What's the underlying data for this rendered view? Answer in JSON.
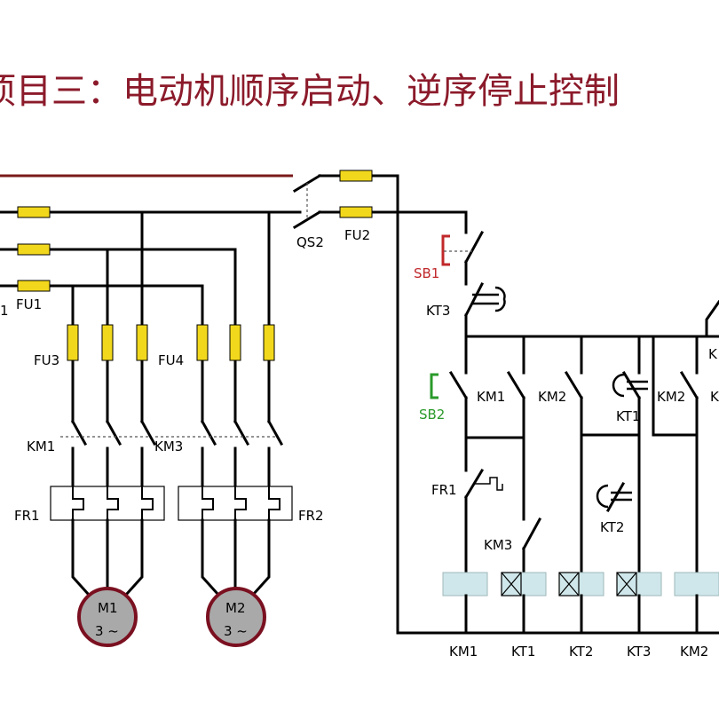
{
  "title": "项目三：电动机顺序启动、逆序停止控制",
  "power": {
    "switch_qs2": "QS2",
    "fuse_fu1": "FU1",
    "fuse_fu2": "FU2",
    "fuse_fu3": "FU3",
    "fuse_fu4": "FU4",
    "contactor_km1": "KM1",
    "contactor_km3": "KM3",
    "relay_fr1": "FR1",
    "relay_fr2": "FR2",
    "motor1": {
      "name": "M1",
      "phase": "3 ~"
    },
    "motor2": {
      "name": "M2",
      "phase": "3 ~"
    },
    "left_edge_label": "1"
  },
  "control": {
    "sb1": "SB1",
    "sb2": "SB2",
    "kt3_top": "KT3",
    "km1_contact": "KM1",
    "km2_contact_a": "KM2",
    "kt1_contact": "KT1",
    "km2_contact_b": "KM2",
    "fr1_contact": "FR1",
    "km3_contact": "KM3",
    "kt2_contact": "KT2",
    "right_k1": "K",
    "right_k2": "K",
    "coils": [
      "KM1",
      "KT1",
      "KT2",
      "KT3",
      "KM2"
    ]
  },
  "colors": {
    "title": "#8b1a2a",
    "fuse": "#f2d81c",
    "coil": "#cfe7ea",
    "motor": "#a9a9a9",
    "motor_border": "#7a1020",
    "sb1": "#c0282a",
    "sb2": "#2a9a2a",
    "top_line": "#7a1a1a"
  }
}
